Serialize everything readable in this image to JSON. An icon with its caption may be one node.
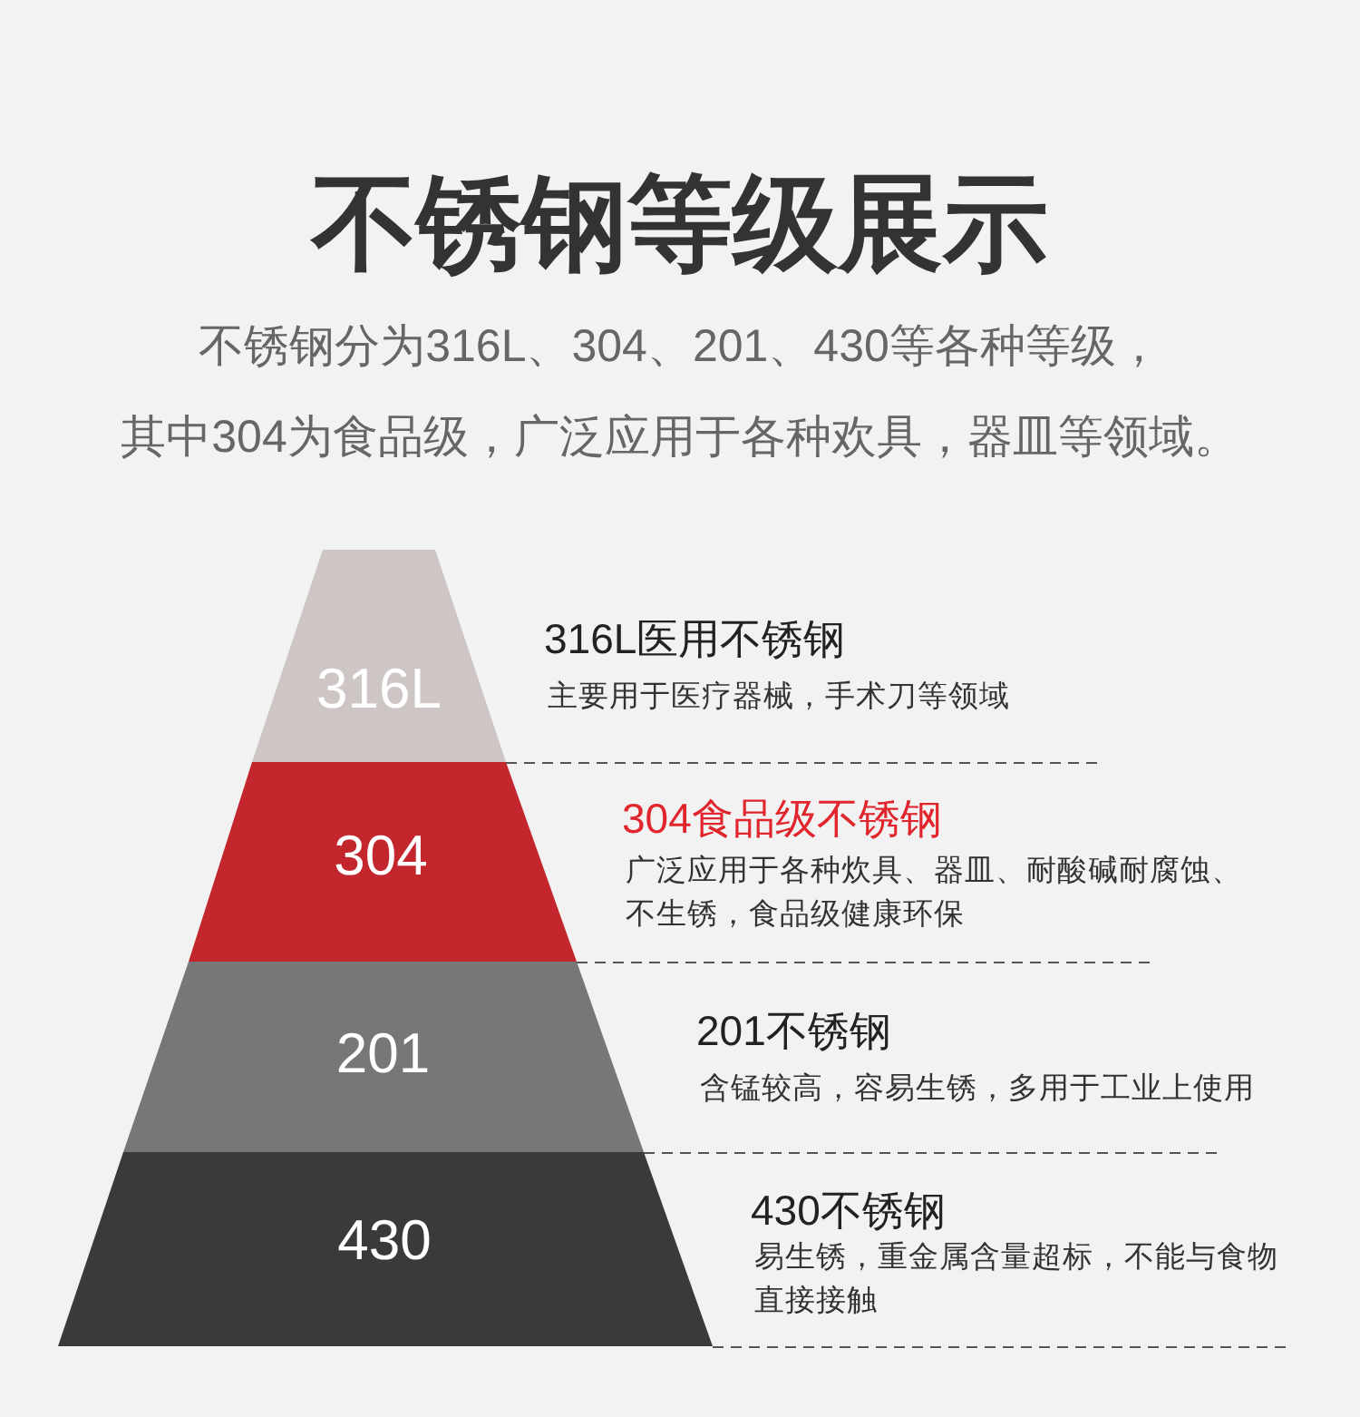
{
  "diagram": {
    "title": "不锈钢等级展示",
    "nodes": [
      {
        "text": [
          "316L"
        ],
        "beside": [
          "316L医用不锈钢",
          "主要用于医疗器械，手术刀等领域"
        ]
      },
      {
        "text": [
          "304"
        ],
        "beside": [
          "304食品级不锈钢",
          "广泛应用于各种炊具、器皿、耐酸碱耐腐蚀、不生锈，食品级健康环保"
        ]
      },
      {
        "text": [
          "201"
        ],
        "beside": [
          "201不锈钢",
          "含锰较高，容易生锈，多用于工业上使用"
        ]
      },
      {
        "text": [
          "430"
        ],
        "beside": [
          "430不锈钢",
          "易生锈，重金属含量超标，不能与食物直接接触"
        ]
      }
    ],
    "labels": [
      "不锈钢分为316L、304、201、430等各种等级，",
      "其中304为食品级，广泛应用于各种欢具，器皿等领域。"
    ]
  }
}
